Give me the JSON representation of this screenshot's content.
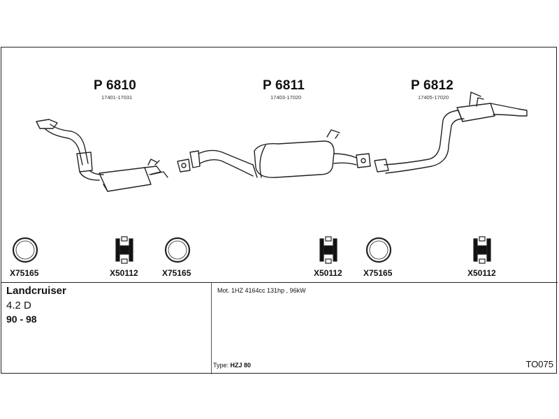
{
  "parts": [
    {
      "code": "P 6810",
      "oem": "17401-17031"
    },
    {
      "code": "P 6811",
      "oem": "17403-17020"
    },
    {
      "code": "P 6812",
      "oem": "17405-17020"
    }
  ],
  "accessories": [
    {
      "label": "X75165",
      "icon": "sealing-ring-icon"
    },
    {
      "label": "X50112",
      "icon": "rubber-hanger-icon"
    },
    {
      "label": "X75165",
      "icon": "sealing-ring-icon"
    },
    {
      "label": "X50112",
      "icon": "rubber-hanger-icon"
    },
    {
      "label": "X75165",
      "icon": "sealing-ring-icon"
    },
    {
      "label": "X50112",
      "icon": "rubber-hanger-icon"
    }
  ],
  "vehicle": {
    "model": "Landcruiser",
    "engine": "4.2 D",
    "years": "90 - 98"
  },
  "motor": "Mot. 1HZ 4164cc 131hp , 96kW",
  "type_label": "Type:",
  "type_value": "HZJ 80",
  "reference": "TO075"
}
